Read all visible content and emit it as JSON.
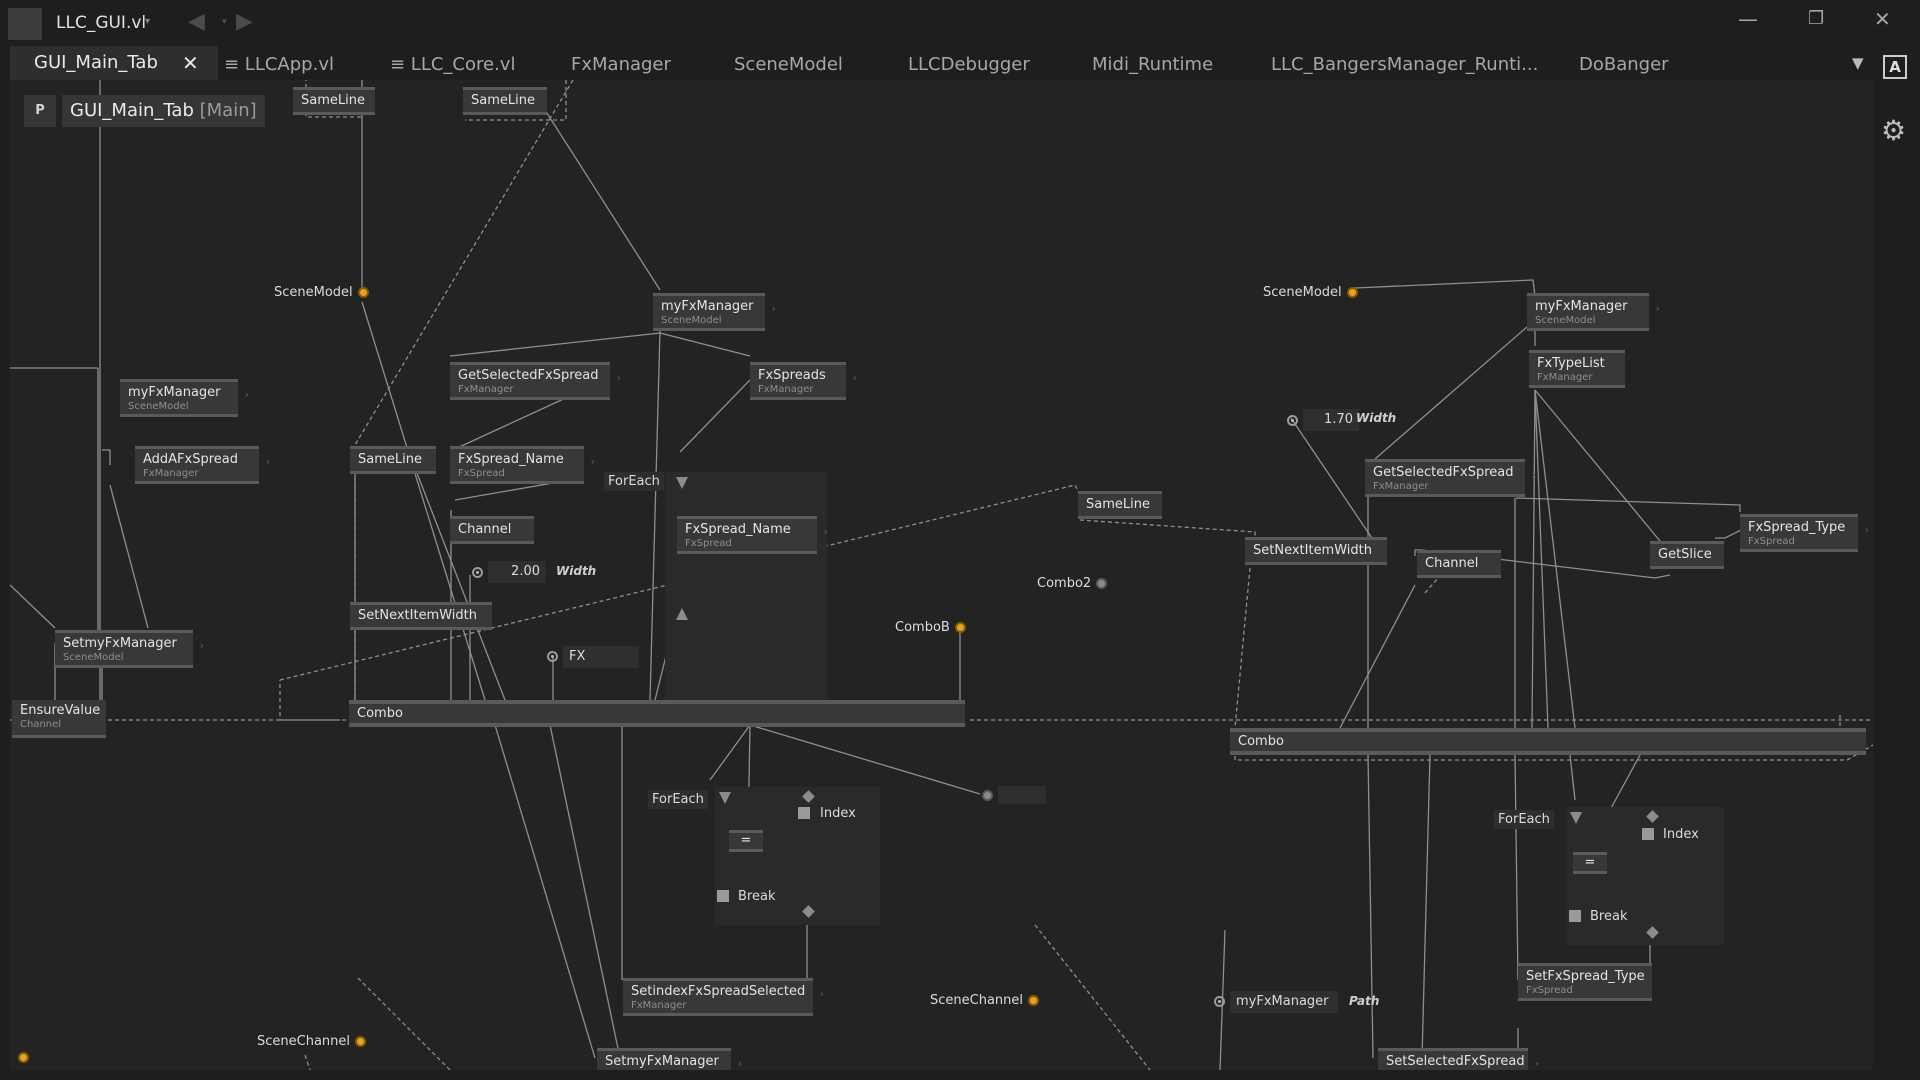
{
  "window": {
    "title": "LLC_GUI.vl"
  },
  "tabs": [
    {
      "label": "GUI_Main_Tab",
      "active": true
    },
    {
      "label": "≡ LLCApp.vl"
    },
    {
      "label": "≡ LLC_Core.vl"
    },
    {
      "label": "FxManager"
    },
    {
      "label": "SceneModel"
    },
    {
      "label": "LLCDebugger"
    },
    {
      "label": "Midi_Runtime"
    },
    {
      "label": "LLC_BangersManager_Runti..."
    },
    {
      "label": "DoBanger"
    }
  ],
  "patch": {
    "name": "GUI_Main_Tab",
    "tag": "[Main]",
    "p_label": "P"
  },
  "toolbar": {
    "a_label": "A"
  },
  "nodes": {
    "sameline_1": {
      "title": "SameLine"
    },
    "sameline_2": {
      "title": "SameLine"
    },
    "scenemodel_pad_1": {
      "title": "SceneModel"
    },
    "myfxmanager_1": {
      "title": "myFxManager",
      "sub": "SceneModel"
    },
    "getselectedfxspread_1": {
      "title": "GetSelectedFxSpread",
      "sub": "FxManager"
    },
    "fxspreads": {
      "title": "FxSpreads",
      "sub": "FxManager"
    },
    "myfxmanager_left": {
      "title": "myFxManager",
      "sub": "SceneModel"
    },
    "addafxspread": {
      "title": "AddAFxSpread",
      "sub": "FxManager"
    },
    "sameline_3": {
      "title": "SameLine"
    },
    "fxspread_name_1": {
      "title": "FxSpread_Name",
      "sub": "FxSpread"
    },
    "foreach_1": {
      "title": "ForEach"
    },
    "fxspread_name_2": {
      "title": "FxSpread_Name",
      "sub": "FxSpread"
    },
    "channel_1": {
      "title": "Channel"
    },
    "width_1": {
      "value": "2.00",
      "label": "Width"
    },
    "setnextitemwidth_1": {
      "title": "SetNextItemWidth"
    },
    "setmyfxmanager_1": {
      "title": "SetmyFxManager",
      "sub": "SceneModel"
    },
    "fx_input": {
      "value": "FX"
    },
    "combob_pad": {
      "title": "ComboB"
    },
    "ensurevalue": {
      "title": "EnsureValue",
      "sub": "Channel"
    },
    "combo_1": {
      "title": "Combo"
    },
    "foreach_2": {
      "title": "ForEach"
    },
    "index_1": {
      "title": "Index"
    },
    "eq_1": {
      "title": "="
    },
    "break_1": {
      "title": "Break"
    },
    "sceneChannel_pad_1": {
      "title": "SceneChannel"
    },
    "setindexfxspreadselected": {
      "title": "SetindexFxSpreadSelected",
      "sub": "FxManager"
    },
    "setmyfxmanager_2": {
      "title": "SetmyFxManager"
    },
    "sameline_4": {
      "title": "SameLine"
    },
    "combo2_pad": {
      "title": "Combo2"
    },
    "scenemodel_pad_2": {
      "title": "SceneModel"
    },
    "myfxmanager_2": {
      "title": "myFxManager",
      "sub": "SceneModel"
    },
    "fxtypelist": {
      "title": "FxTypeList",
      "sub": "FxManager"
    },
    "width_2": {
      "value": "1.70",
      "label": "Width"
    },
    "getselectedfxspread_2": {
      "title": "GetSelectedFxSpread",
      "sub": "FxManager"
    },
    "fxspread_type": {
      "title": "FxSpread_Type",
      "sub": "FxSpread"
    },
    "setnextitemwidth_2": {
      "title": "SetNextItemWidth"
    },
    "channel_2": {
      "title": "Channel"
    },
    "getslice": {
      "title": "GetSlice"
    },
    "combo_2": {
      "title": "Combo"
    },
    "foreach_3": {
      "title": "ForEach"
    },
    "index_2": {
      "title": "Index"
    },
    "eq_2": {
      "title": "="
    },
    "break_2": {
      "title": "Break"
    },
    "sceneChannel_pad_2": {
      "title": "SceneChannel"
    },
    "myfxmanager_io": {
      "value": "myFxManager",
      "label": "Path"
    },
    "setfxspread_type": {
      "title": "SetFxSpread_Type",
      "sub": "FxSpread"
    },
    "setselectedfxspread": {
      "title": "SetSelectedFxSpread"
    }
  },
  "colors": {
    "background": "#1e1e1e",
    "canvas": "#232323",
    "node": "#383838",
    "pad_accent": "#e2a22b"
  }
}
